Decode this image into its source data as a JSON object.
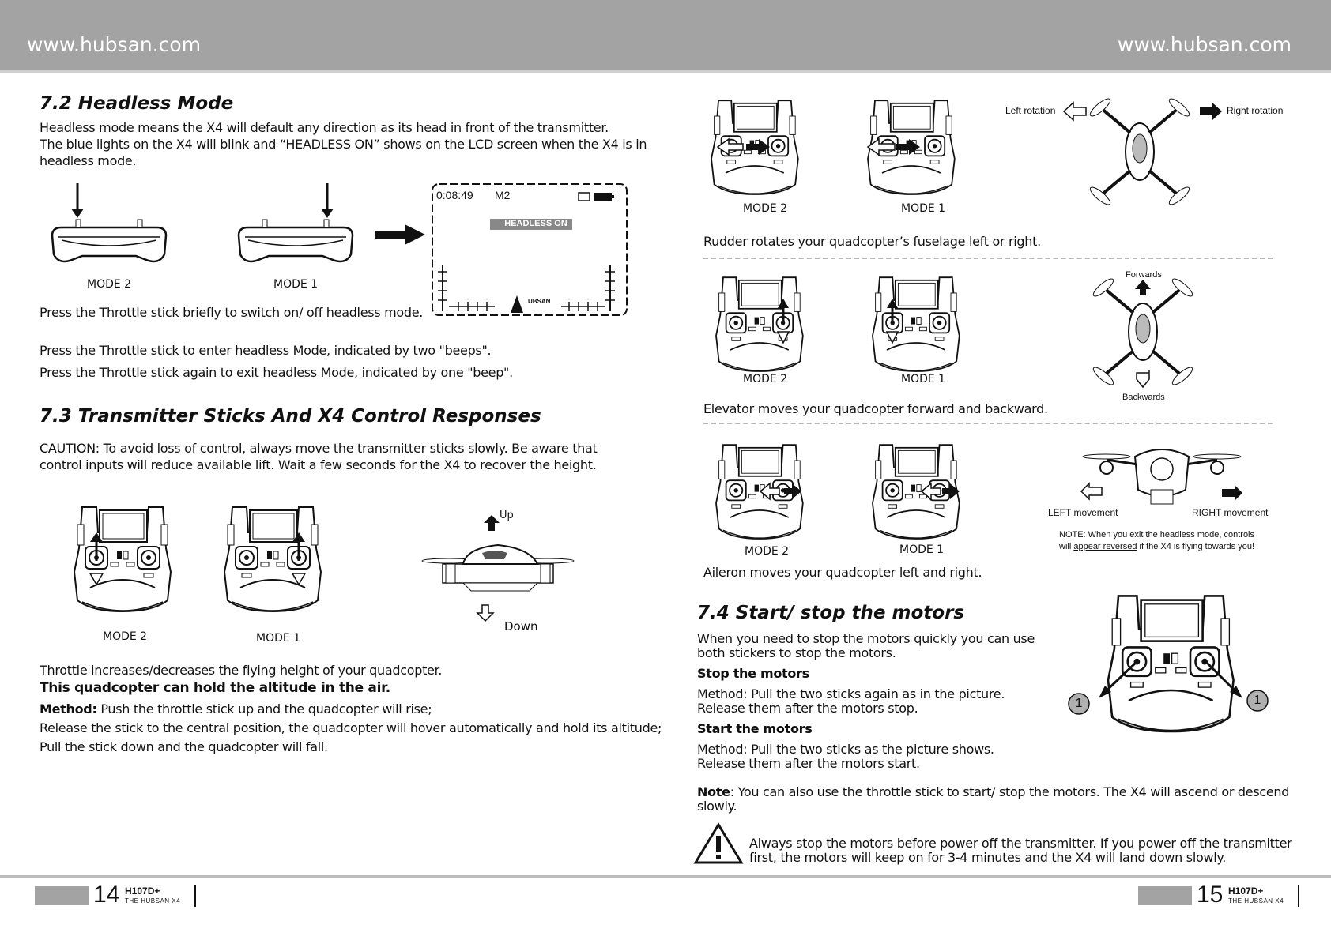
{
  "header": {
    "url_left": "www.hubsan.com",
    "url_right": "www.hubsan.com"
  },
  "left": {
    "s72": {
      "title": "7.2 Headless Mode",
      "para1": "Headless mode means the X4 will default any direction as its head in front of the transmitter.",
      "para2": "The blue lights on the X4 will blink and “HEADLESS ON” shows on the LCD screen when the X4 is in",
      "para3": "headless mode.",
      "mode2": "MODE 2",
      "mode1": "MODE 1",
      "press_brief": "Press the Throttle stick briefly to switch on/ off headless mode.",
      "enter": "Press the Throttle stick to enter headless Mode, indicated by two \"beeps\".",
      "exit": "Press the Throttle stick again to exit headless Mode, indicated by one \"beep\".",
      "lcd": {
        "time": "0:08:49",
        "mode": "M2",
        "status": "HEADLESS ON",
        "logo": "UBSAN"
      }
    },
    "s73": {
      "title": "7.3 Transmitter Sticks And X4 Control Responses",
      "caution1": "CAUTION: To avoid loss of control, always move the transmitter sticks slowly. Be aware that",
      "caution2": "control inputs will reduce available lift. Wait a few seconds for the X4 to recover the height.",
      "mode2": "MODE 2",
      "mode1": "MODE 1",
      "up": "Up",
      "down": "Down",
      "throttle": "Throttle increases/decreases the flying height of your quadcopter.",
      "hold": "This quadcopter can hold the altitude in the air.",
      "method_label": "Method:",
      "method_text": " Push the throttle stick up and the quadcopter will rise;",
      "release": "Release the stick to the central position, the quadcopter will hover automatically and hold its altitude;",
      "pull": "Pull the stick down and the quadcopter will fall."
    },
    "footer": {
      "page": "14",
      "model": "H107D+",
      "sub": "THE HUBSAN X4"
    }
  },
  "right": {
    "rudder": {
      "mode2": "MODE 2",
      "mode1": "MODE 1",
      "left_rot": "Left rotation",
      "right_rot": "Right rotation",
      "caption": "Rudder rotates your quadcopter’s fuselage left or right."
    },
    "elevator": {
      "mode2": "MODE 2",
      "mode1": "MODE 1",
      "forwards": "Forwards",
      "backwards": "Backwards",
      "caption": "Elevator moves your quadcopter forward and backward."
    },
    "aileron": {
      "mode2": "MODE 2",
      "mode1": "MODE 1",
      "left_move": "LEFT movement",
      "right_move": "RIGHT movement",
      "note1": "NOTE: When you exit the headless mode, controls",
      "note2a": "will ",
      "note2b": "appear reversed",
      "note2c": " if the X4 is flying towards you!",
      "caption": "Aileron moves your quadcopter left and right."
    },
    "s74": {
      "title": "7.4 Start/ stop the motors",
      "intro1": "When you need to stop the motors quickly you can use",
      "intro2": "both stickers to stop the motors.",
      "stop_head": "Stop the motors",
      "stop1": "Method: Pull the two sticks again as in the picture.",
      "stop2": "Release them after the motors stop.",
      "start_head": "Start the motors",
      "start1": "Method: Pull the two sticks as the picture shows.",
      "start2": "Release them after the motors start.",
      "note_label": "Note",
      "note_text": ": You can also use the throttle stick to start/ stop the motors. The X4 will ascend or descend",
      "note_text2": "slowly.",
      "warn1": "Always stop the motors before power off the transmitter. If you power off the transmitter",
      "warn2": "first, the motors will keep on for 3-4 minutes and the X4 will land down slowly.",
      "callout": "1"
    },
    "footer": {
      "page": "15",
      "model": "H107D+",
      "sub": "THE HUBSAN X4"
    }
  }
}
